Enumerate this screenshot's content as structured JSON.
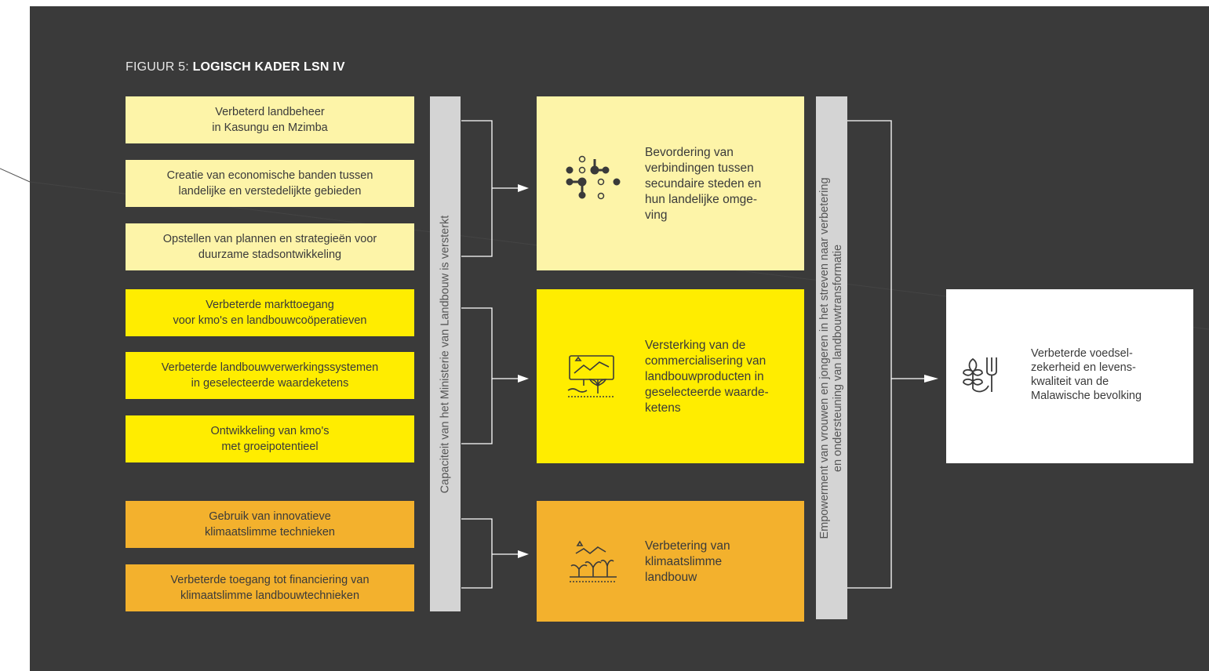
{
  "figure": {
    "label_prefix": "FIGUUR 5: ",
    "label_bold": "LOGISCH KADER LSN IV"
  },
  "inputs": [
    {
      "text": "Verbeterd landbeheer\nin Kasungu en Mzimba",
      "group": "light"
    },
    {
      "text": "Creatie van economische banden tussen\nlandelijke en verstedelijkte gebieden",
      "group": "light"
    },
    {
      "text": "Opstellen van plannen en strategieën voor\nduurzame stadsontwikkeling",
      "group": "light"
    },
    {
      "text": "Verbeterde markttoegang\nvoor kmo's en landbouwcoöperatieven",
      "group": "yellow"
    },
    {
      "text": "Verbeterde landbouwverwerkingssystemen\nin geselecteerde waardeketens",
      "group": "yellow"
    },
    {
      "text": "Ontwikkeling van kmo's\nmet groeipotentieel",
      "group": "yellow"
    },
    {
      "text": "Gebruik van innovatieve\nklimaatslimme technieken",
      "group": "orange"
    },
    {
      "text": "Verbeterde toegang tot financiering van\nklimaatslimme landbouwtechnieken",
      "group": "orange"
    }
  ],
  "capacity_bar": {
    "text": "Capaciteit van het Ministerie van Landbouw is versterkt"
  },
  "outcomes": [
    {
      "text": "Bevordering van\nverbindingen tussen\nsecundaire steden en\nhun landelijke omge-\nving",
      "icon": "network-nodes-icon",
      "group": "light"
    },
    {
      "text": "Versterking van de\ncommercialisering van\nlandbouwproducten in\ngeselecteerde waarde-\nketens",
      "icon": "market-chart-sprout-icon",
      "group": "yellow"
    },
    {
      "text": "Verbetering van\nklimaatslimme\nlandbouw",
      "icon": "climate-crops-icon",
      "group": "orange"
    }
  ],
  "empowerment_bar": {
    "text": "Empowerment van vrouwen en jongeren in het streven naar verbetering\nen ondersteuning van landbouwtransformatie"
  },
  "final_goal": {
    "text": "Verbeterde voedsel-\nzekerheid en levens-\nkwaliteit van de\nMalawische bevolking",
    "icon": "food-leaves-fork-icon"
  },
  "colors": {
    "background": "#3a3a3a",
    "light": "#fdf4a8",
    "yellow": "#ffed00",
    "orange": "#f3b12d",
    "bar": "#d4d4d4",
    "final": "#ffffff"
  }
}
